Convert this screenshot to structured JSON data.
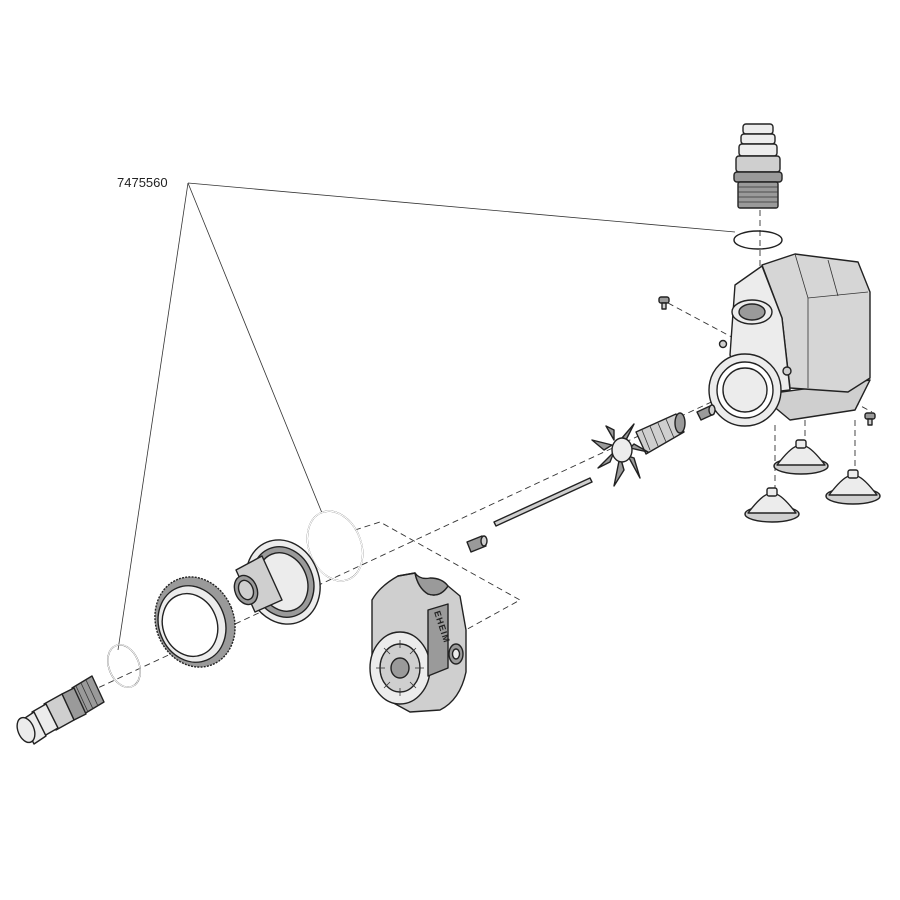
{
  "callout": {
    "part_number": "7475560"
  },
  "brand_mark": {
    "text": "EHEIM"
  },
  "colors": {
    "line": "#222222",
    "light_fill": "#ececec",
    "mid_fill": "#cfcfcf",
    "dark_fill": "#9a9a9a",
    "background": "#ffffff"
  },
  "parts": [
    "outlet-hose-adapter-top",
    "o-ring-top",
    "pump-housing",
    "screw-left",
    "screw-right",
    "suction-cup-1",
    "suction-cup-2",
    "suction-cup-3",
    "impeller",
    "impeller-shaft",
    "shaft-bushing-front",
    "shaft-bushing-rear",
    "o-ring-large",
    "pump-cover-plate",
    "union-nut",
    "o-ring-small",
    "inlet-hose-adapter",
    "intake-strainer-cover"
  ]
}
